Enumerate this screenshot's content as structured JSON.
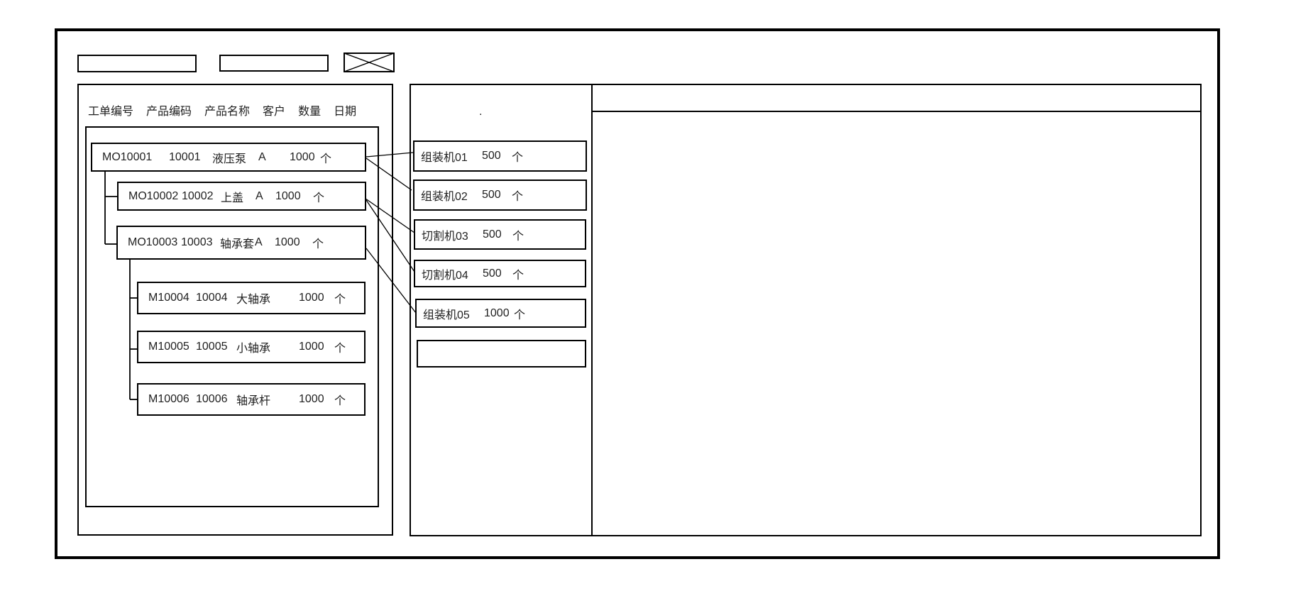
{
  "toolbar": {
    "field1_value": "",
    "field2_value": ""
  },
  "work_order_panel": {
    "columns": [
      "工单编号",
      "产品编码",
      "产品名称",
      "客户",
      "数量",
      "日期"
    ],
    "orders": [
      {
        "order_no": "MO10001",
        "product_code": "10001",
        "product_name": "液压泵",
        "customer": "A",
        "qty": "1000",
        "unit": "个"
      },
      {
        "order_no": "MO10002",
        "product_code": "10002",
        "product_name": "上盖",
        "customer": "A",
        "qty": "1000",
        "unit": "个"
      },
      {
        "order_no": "MO10003",
        "product_code": "10003",
        "product_name": "轴承套",
        "customer": "A",
        "qty": "1000",
        "unit": "个"
      },
      {
        "order_no": "M10004",
        "product_code": "10004",
        "product_name": "大轴承",
        "qty": "1000",
        "unit": "个"
      },
      {
        "order_no": "M10005",
        "product_code": "10005",
        "product_name": "小轴承",
        "qty": "1000",
        "unit": "个"
      },
      {
        "order_no": "M10006",
        "product_code": "10006",
        "product_name": "轴承杆",
        "qty": "1000",
        "unit": "个"
      }
    ]
  },
  "machine_panel": {
    "stray_mark": ".",
    "machines": [
      {
        "name": "组装机01",
        "qty": "500",
        "unit": "个"
      },
      {
        "name": "组装机02",
        "qty": "500",
        "unit": "个"
      },
      {
        "name": "切割机03",
        "qty": "500",
        "unit": "个"
      },
      {
        "name": "切割机04",
        "qty": "500",
        "unit": "个"
      },
      {
        "name": "组装机05",
        "qty": "1000",
        "unit": "个"
      },
      {
        "name": "",
        "qty": "",
        "unit": ""
      }
    ]
  },
  "connections": [
    {
      "from": "MO10001",
      "to": "组装机01"
    },
    {
      "from": "MO10001",
      "to": "组装机02"
    },
    {
      "from": "MO10002",
      "to": "切割机03"
    },
    {
      "from": "MO10002",
      "to": "切割机04"
    },
    {
      "from": "MO10003",
      "to": "组装机05"
    }
  ],
  "colors": {
    "line": "#000000",
    "text": "#1f1f1f",
    "background": "#ffffff"
  }
}
